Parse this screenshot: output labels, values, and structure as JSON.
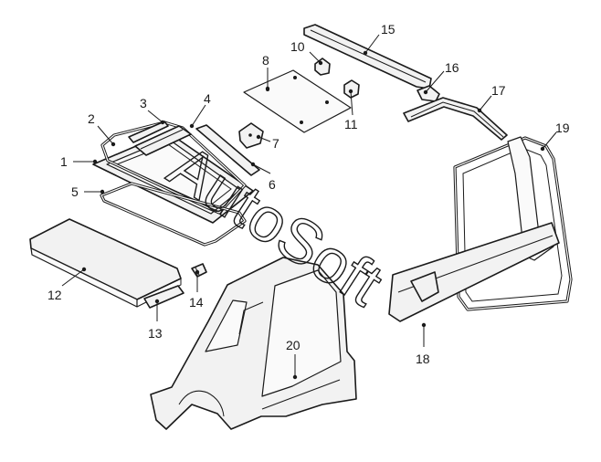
{
  "callouts": {
    "c1": "1",
    "c2": "2",
    "c3": "3",
    "c4": "4",
    "c5": "5",
    "c6": "6",
    "c7": "7",
    "c8": "8",
    "c10": "10",
    "c11": "11",
    "c12": "12",
    "c13": "13",
    "c14": "14",
    "c15": "15",
    "c16": "16",
    "c17": "17",
    "c18": "18",
    "c19": "19",
    "c20": "20"
  },
  "watermark": "AutoSoft",
  "colors": {
    "line": "#1a1a1a",
    "fill": "#f2f2f2",
    "background": "#ffffff"
  }
}
